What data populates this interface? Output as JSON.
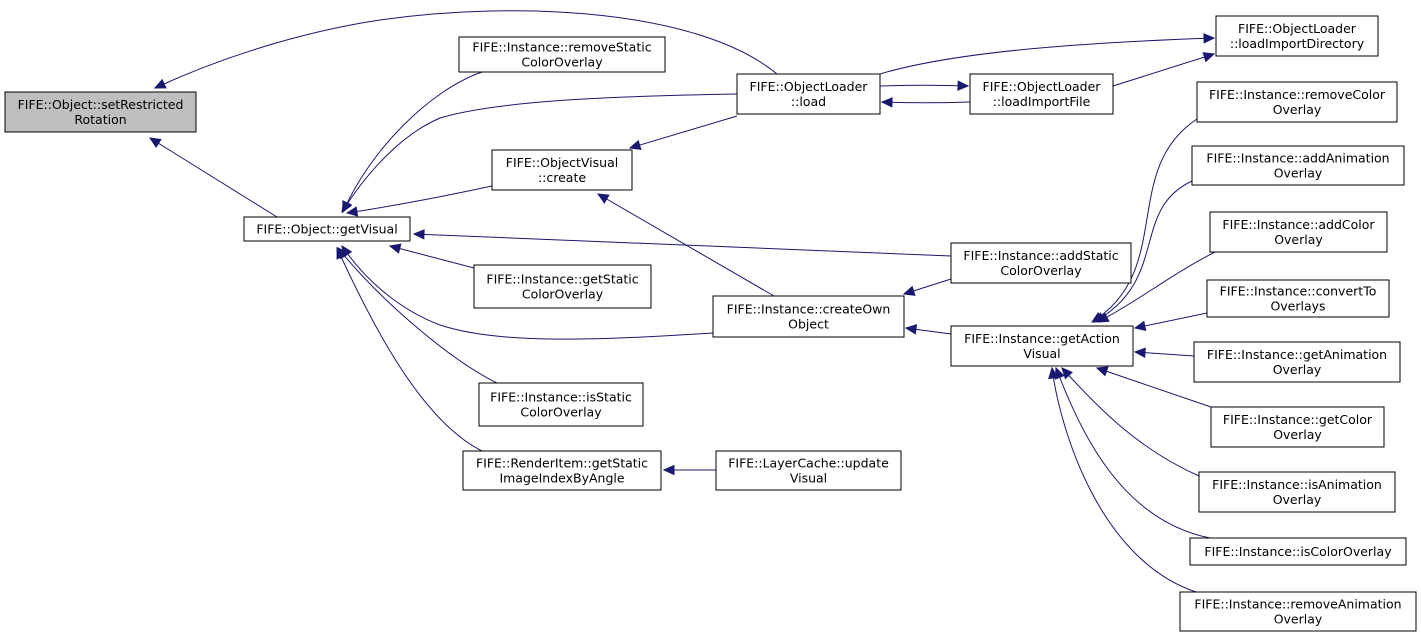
{
  "colors": {
    "edge": "#191970",
    "root_fill": "#bfbfbf",
    "node_fill": "#ffffff",
    "node_stroke": "#000000"
  },
  "nodes": {
    "setRestrictedRotation": [
      "FIFE::Object::setRestricted",
      "Rotation"
    ],
    "getVisual": [
      "FIFE::Object::getVisual"
    ],
    "removeStaticColorOverlay": [
      "FIFE::Instance::removeStatic",
      "ColorOverlay"
    ],
    "objectVisualCreate": [
      "FIFE::ObjectVisual",
      "::create"
    ],
    "getStaticColorOverlay": [
      "FIFE::Instance::getStatic",
      "ColorOverlay"
    ],
    "isStaticColorOverlay": [
      "FIFE::Instance::isStatic",
      "ColorOverlay"
    ],
    "getStaticImageIndexByAngle": [
      "FIFE::RenderItem::getStatic",
      "ImageIndexByAngle"
    ],
    "objectLoaderLoad": [
      "FIFE::ObjectLoader",
      "::load"
    ],
    "createOwnObject": [
      "FIFE::Instance::createOwn",
      "Object"
    ],
    "layerCacheUpdateVisual": [
      "FIFE::LayerCache::update",
      "Visual"
    ],
    "loadImportFile": [
      "FIFE::ObjectLoader",
      "::loadImportFile"
    ],
    "loadImportDirectory": [
      "FIFE::ObjectLoader",
      "::loadImportDirectory"
    ],
    "addStaticColorOverlay": [
      "FIFE::Instance::addStatic",
      "ColorOverlay"
    ],
    "getActionVisual": [
      "FIFE::Instance::getAction",
      "Visual"
    ],
    "removeColorOverlay": [
      "FIFE::Instance::removeColor",
      "Overlay"
    ],
    "addAnimationOverlay": [
      "FIFE::Instance::addAnimation",
      "Overlay"
    ],
    "addColorOverlay": [
      "FIFE::Instance::addColor",
      "Overlay"
    ],
    "convertToOverlays": [
      "FIFE::Instance::convertTo",
      "Overlays"
    ],
    "getAnimationOverlay": [
      "FIFE::Instance::getAnimation",
      "Overlay"
    ],
    "getColorOverlay": [
      "FIFE::Instance::getColor",
      "Overlay"
    ],
    "isAnimationOverlay": [
      "FIFE::Instance::isAnimation",
      "Overlay"
    ],
    "isColorOverlay": [
      "FIFE::Instance::isColorOverlay"
    ],
    "removeAnimationOverlay": [
      "FIFE::Instance::removeAnimation",
      "Overlay"
    ]
  }
}
